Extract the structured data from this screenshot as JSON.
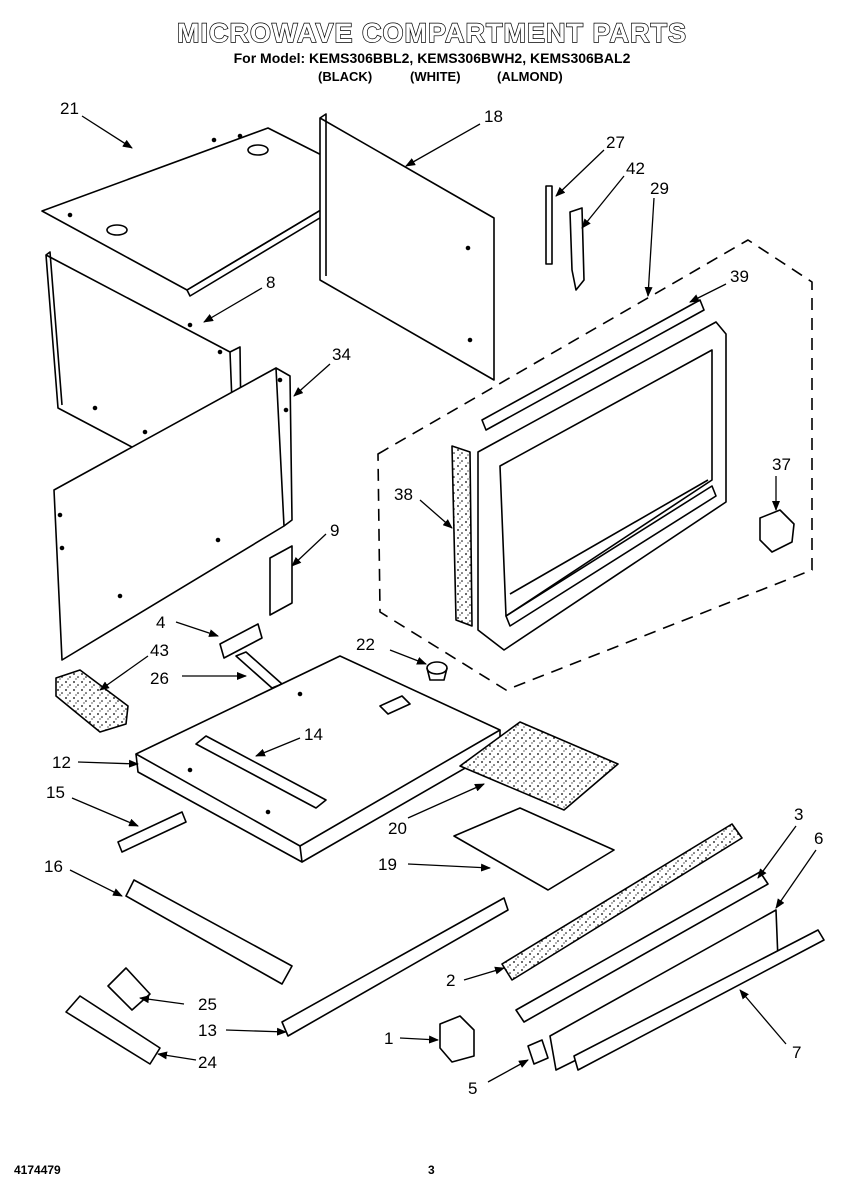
{
  "header": {
    "title": "MICROWAVE COMPARTMENT PARTS",
    "models_line": "For Model: KEMS306BBL2, KEMS306BWH2, KEMS306BAL2",
    "colors": [
      "(BLACK)",
      "(WHITE)",
      "(ALMOND)"
    ]
  },
  "parts": [
    {
      "id": "p1",
      "number": "1"
    },
    {
      "id": "p2",
      "number": "2"
    },
    {
      "id": "p3",
      "number": "3"
    },
    {
      "id": "p4",
      "number": "4"
    },
    {
      "id": "p5",
      "number": "5"
    },
    {
      "id": "p6",
      "number": "6"
    },
    {
      "id": "p7",
      "number": "7"
    },
    {
      "id": "p8",
      "number": "8"
    },
    {
      "id": "p9",
      "number": "9"
    },
    {
      "id": "p12",
      "number": "12"
    },
    {
      "id": "p13",
      "number": "13"
    },
    {
      "id": "p14",
      "number": "14"
    },
    {
      "id": "p15",
      "number": "15"
    },
    {
      "id": "p16",
      "number": "16"
    },
    {
      "id": "p18",
      "number": "18"
    },
    {
      "id": "p19",
      "number": "19"
    },
    {
      "id": "p20",
      "number": "20"
    },
    {
      "id": "p21",
      "number": "21"
    },
    {
      "id": "p22",
      "number": "22"
    },
    {
      "id": "p24",
      "number": "24"
    },
    {
      "id": "p25",
      "number": "25"
    },
    {
      "id": "p26",
      "number": "26"
    },
    {
      "id": "p27",
      "number": "27"
    },
    {
      "id": "p29",
      "number": "29"
    },
    {
      "id": "p34",
      "number": "34"
    },
    {
      "id": "p37",
      "number": "37"
    },
    {
      "id": "p38",
      "number": "38"
    },
    {
      "id": "p39",
      "number": "39"
    },
    {
      "id": "p42",
      "number": "42"
    },
    {
      "id": "p43",
      "number": "43"
    }
  ],
  "footer": {
    "part_number": "4174479",
    "page_number": "3"
  }
}
